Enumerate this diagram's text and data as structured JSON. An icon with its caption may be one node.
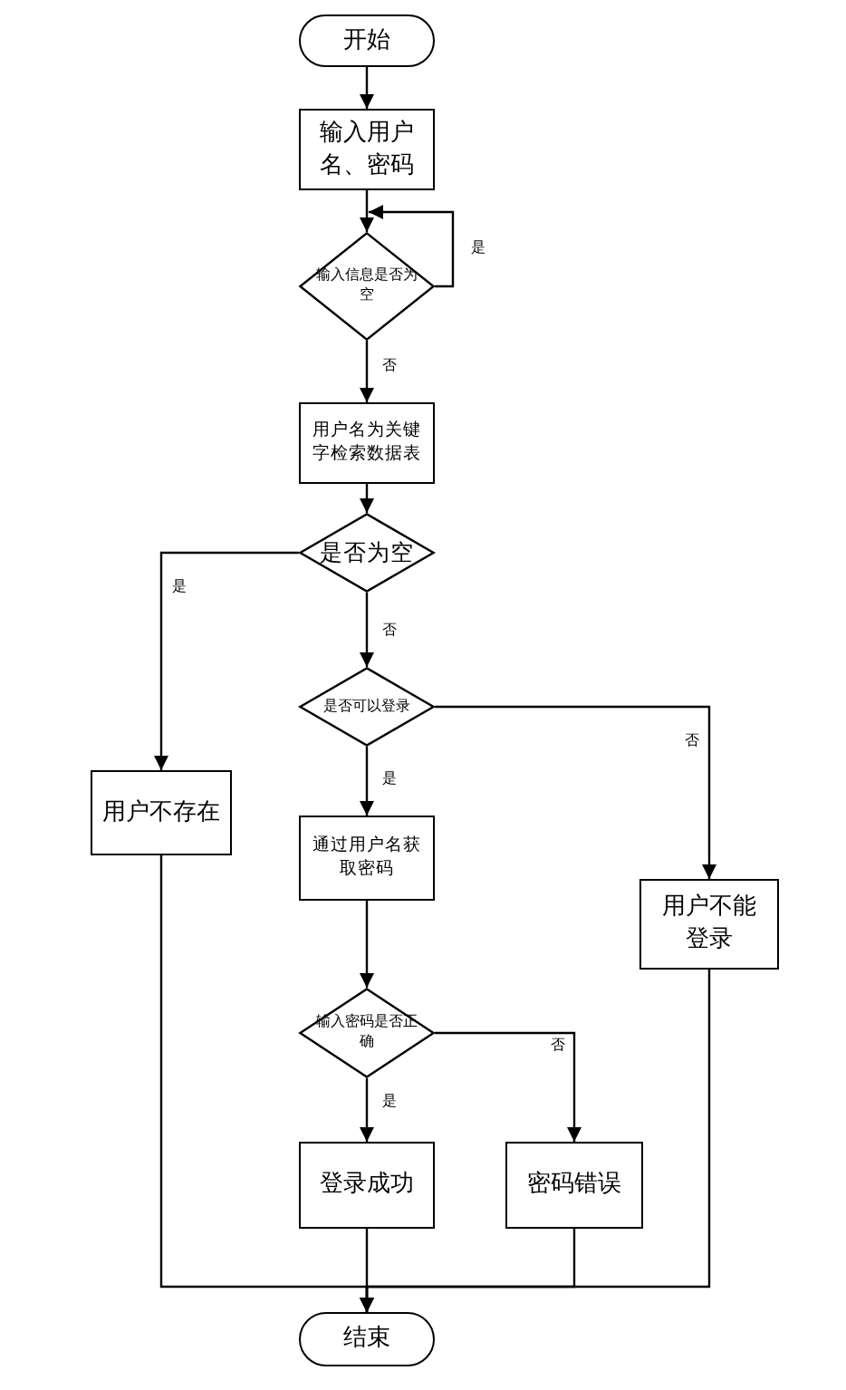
{
  "diagram": {
    "nodes": [
      {
        "text": [
          "开始"
        ]
      },
      {
        "text": [
          "输入用户名、密码"
        ]
      },
      {
        "text": [
          "输入信息是否为空"
        ]
      },
      {
        "text": [
          "用户名为关键字检索数据表"
        ]
      },
      {
        "text": [
          "是否为空"
        ]
      },
      {
        "text": [
          "是否可以登录"
        ]
      },
      {
        "text": [
          "用户不存在"
        ]
      },
      {
        "text": [
          "通过用户名获取密码"
        ]
      },
      {
        "text": [
          "用户不能登录"
        ]
      },
      {
        "text": [
          "输入密码是否正确"
        ]
      },
      {
        "text": [
          "登录成功"
        ]
      },
      {
        "text": [
          "密码错误"
        ]
      },
      {
        "text": [
          "结束"
        ]
      }
    ],
    "edges": [
      {
        "from": 0,
        "to": 1,
        "arrow": "to"
      },
      {
        "from": 1,
        "to": 2,
        "arrow": "to"
      },
      {
        "from": 2,
        "to": 1,
        "arrow": "to",
        "label": "是"
      },
      {
        "from": 2,
        "to": 3,
        "arrow": "to",
        "label": "否"
      },
      {
        "from": 3,
        "to": 4,
        "arrow": "to"
      },
      {
        "from": 4,
        "to": 6,
        "arrow": "to",
        "label": "是"
      },
      {
        "from": 4,
        "to": 5,
        "arrow": "to",
        "label": "否"
      },
      {
        "from": 5,
        "to": 7,
        "arrow": "to",
        "label": "是"
      },
      {
        "from": 5,
        "to": 8,
        "arrow": "to",
        "label": "否"
      },
      {
        "from": 7,
        "to": 9,
        "arrow": "to"
      },
      {
        "from": 9,
        "to": 10,
        "arrow": "to",
        "label": "是"
      },
      {
        "from": 9,
        "to": 11,
        "arrow": "to",
        "label": "否"
      },
      {
        "from": 6,
        "to": 12,
        "arrow": "to"
      },
      {
        "from": 10,
        "to": 12,
        "arrow": "to"
      },
      {
        "from": 11,
        "to": 12,
        "arrow": "to"
      },
      {
        "from": 8,
        "to": 12,
        "arrow": "to"
      }
    ]
  }
}
